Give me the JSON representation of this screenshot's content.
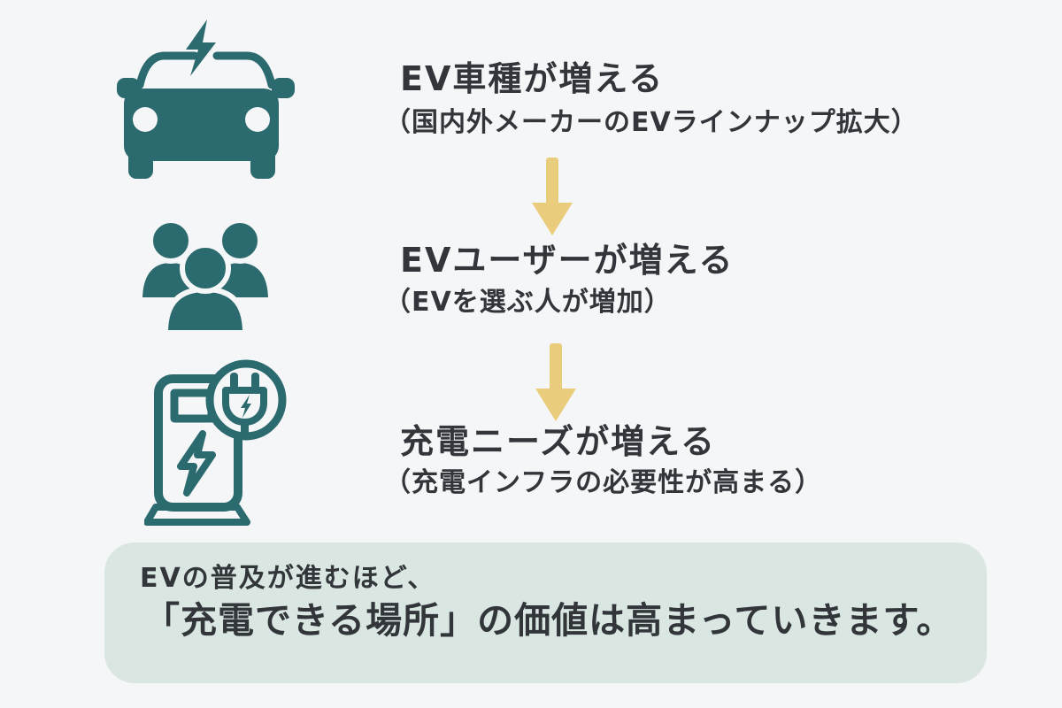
{
  "colors": {
    "bg": "#f5f6f8",
    "teal": "#2b6a6e",
    "yellow": "#eacd7c",
    "box": "#d9e6e1",
    "ink": "#32363b"
  },
  "steps": [
    {
      "icon": "ev-car-icon",
      "title": "EV車種が増える",
      "subtitle": "（国内外メーカーのEVラインナップ拡大）"
    },
    {
      "icon": "ev-users-icon",
      "title": "EVユーザーが増える",
      "subtitle": "（EVを選ぶ人が増加）"
    },
    {
      "icon": "charging-station-icon",
      "title": "充電ニーズが増える",
      "subtitle": "（充電インフラの必要性が高まる）"
    }
  ],
  "conclusion": {
    "line1": "EVの普及が進むほど、",
    "line2": "「充電できる場所」の価値は高まっていきます。"
  }
}
